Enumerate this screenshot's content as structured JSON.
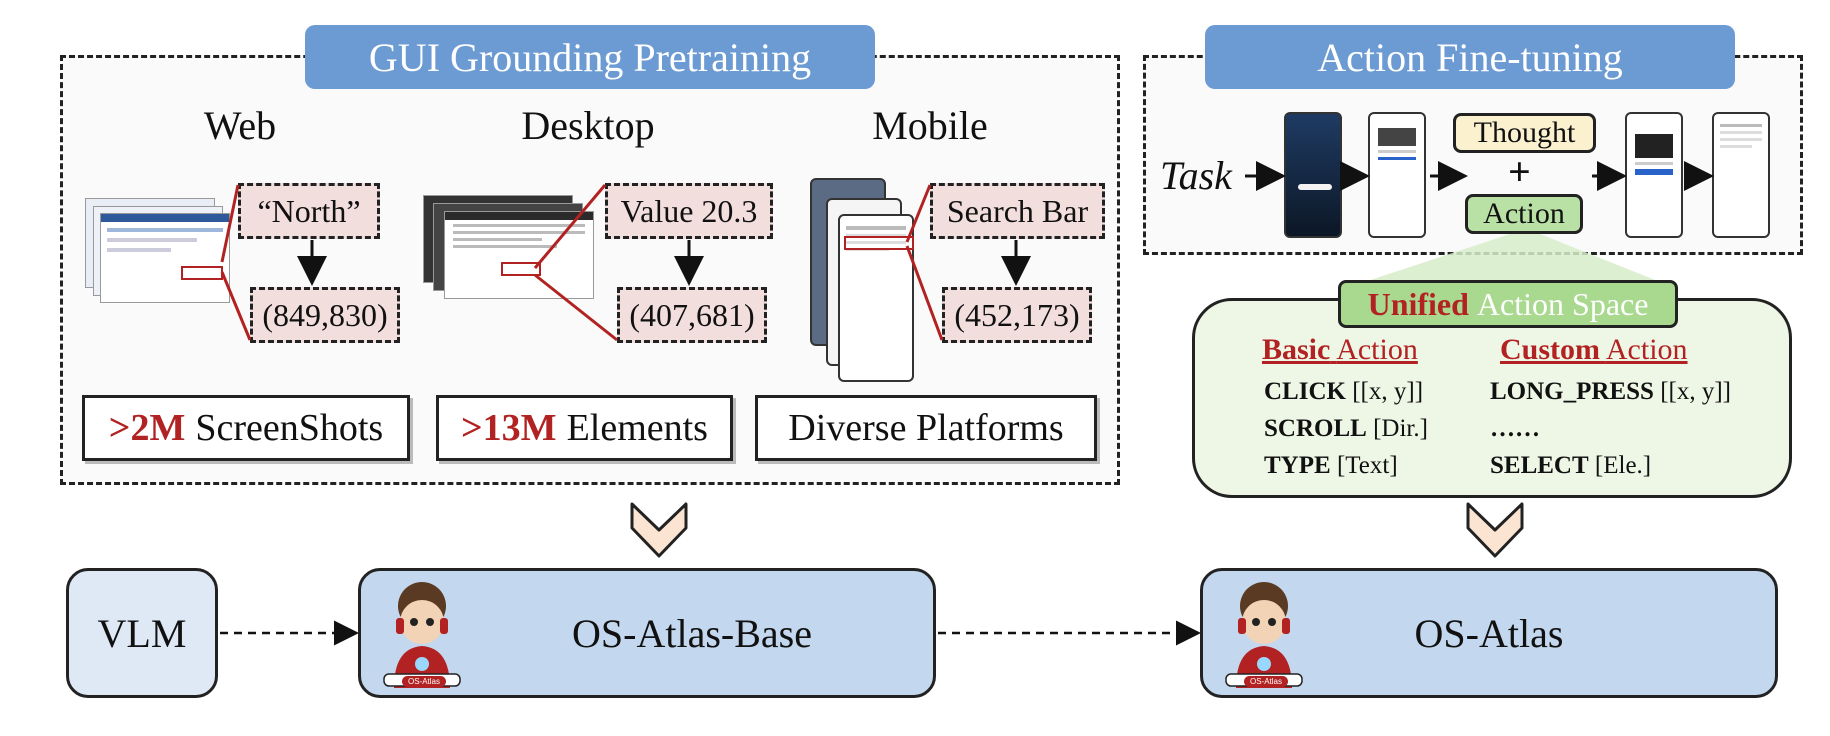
{
  "pretraining": {
    "title": "GUI Grounding Pretraining",
    "platforms": [
      {
        "label": "Web",
        "query": "“North”",
        "coord": "(849,830)"
      },
      {
        "label": "Desktop",
        "query": "Value 20.3",
        "coord": "(407,681)"
      },
      {
        "label": "Mobile",
        "query": "Search Bar",
        "coord": "(452,173)"
      }
    ],
    "stats": [
      {
        "num": ">2M",
        "text": "ScreenShots"
      },
      {
        "num": ">13M",
        "text": "Elements"
      },
      {
        "num": "",
        "text": "Diverse Platforms"
      }
    ]
  },
  "finetuning": {
    "title": "Action Fine-tuning",
    "task_label": "Task",
    "thought_label": "Thought",
    "plus": "+",
    "action_label": "Action"
  },
  "action_space": {
    "title_red": "Unified",
    "title_rest": "Action Space",
    "basic": {
      "head_bold": "Basic",
      "head_rest": "Action",
      "items": [
        {
          "cmd": "CLICK",
          "arg": "[[x, y]]"
        },
        {
          "cmd": "SCROLL",
          "arg": "[Dir.]"
        },
        {
          "cmd": "TYPE",
          "arg": "[Text]"
        }
      ]
    },
    "custom": {
      "head_bold": "Custom",
      "head_rest": "Action",
      "items": [
        {
          "cmd": "LONG_PRESS",
          "arg": "[[x, y]]"
        },
        {
          "cmd": "……",
          "arg": ""
        },
        {
          "cmd": "SELECT",
          "arg": "[Ele.]"
        }
      ]
    }
  },
  "models": {
    "vlm": "VLM",
    "base": "OS-Atlas-Base",
    "final": "OS-Atlas",
    "badge": "OS-Atlas"
  },
  "colors": {
    "header_blue": "#6b9bd2",
    "model_blue": "#c3d7ee",
    "accent_red": "#b22222",
    "pink": "#f3dede",
    "green": "#b9e0a5",
    "thought_yellow": "#fbf1cf"
  }
}
